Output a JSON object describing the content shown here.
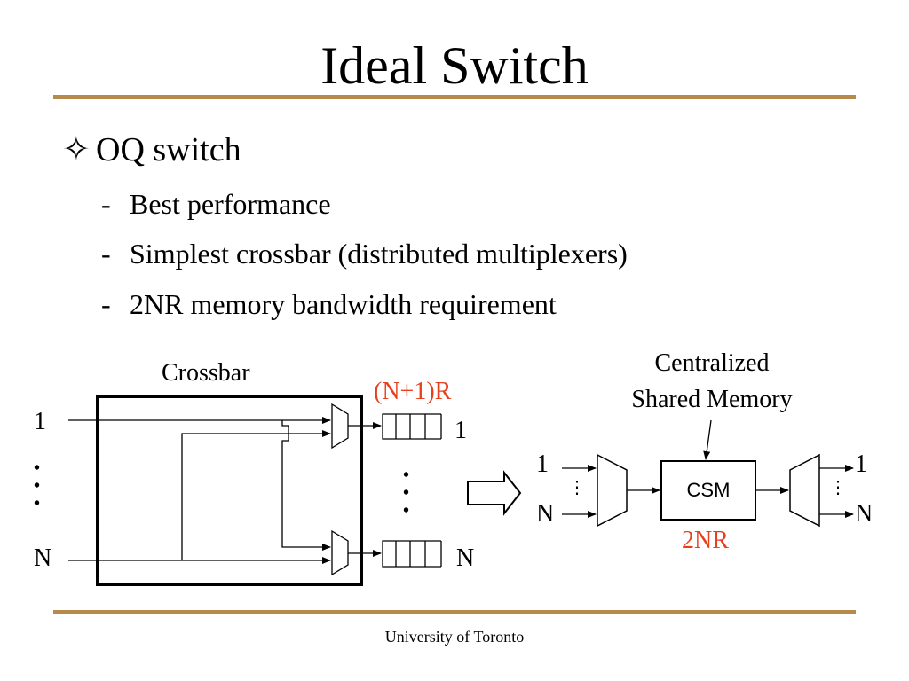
{
  "slide": {
    "title": "Ideal Switch",
    "bullet": {
      "mark": "✧",
      "text": "OQ switch"
    },
    "sub_items": [
      {
        "dash": "-",
        "text": "Best performance"
      },
      {
        "dash": "-",
        "text": "Simplest crossbar (distributed multiplexers)"
      },
      {
        "dash": "-",
        "text": "2NR memory bandwidth requirement"
      }
    ],
    "footer": "University of Toronto"
  },
  "diagram": {
    "left": {
      "crossbar_label": "Crossbar",
      "rate_label": "(N+1)R",
      "input_top": "1",
      "input_bottom": "N",
      "output_top": "1",
      "output_bottom": "N",
      "ellipsis_left": "•\n•\n•",
      "ellipsis_right": "•\n•\n•"
    },
    "arrow": "implies-arrow",
    "right": {
      "memory_label_line1": "Centralized",
      "memory_label_line2": "Shared Memory",
      "csm_label": "CSM",
      "bandwidth_label": "2NR",
      "in_top": "1",
      "in_bottom": "N",
      "out_top": "1",
      "out_bottom": "N",
      "in_dots": "⋮",
      "out_dots": "⋮"
    },
    "colors": {
      "accent_rule": "#b58a4a",
      "highlight_text": "#e8401c"
    }
  }
}
